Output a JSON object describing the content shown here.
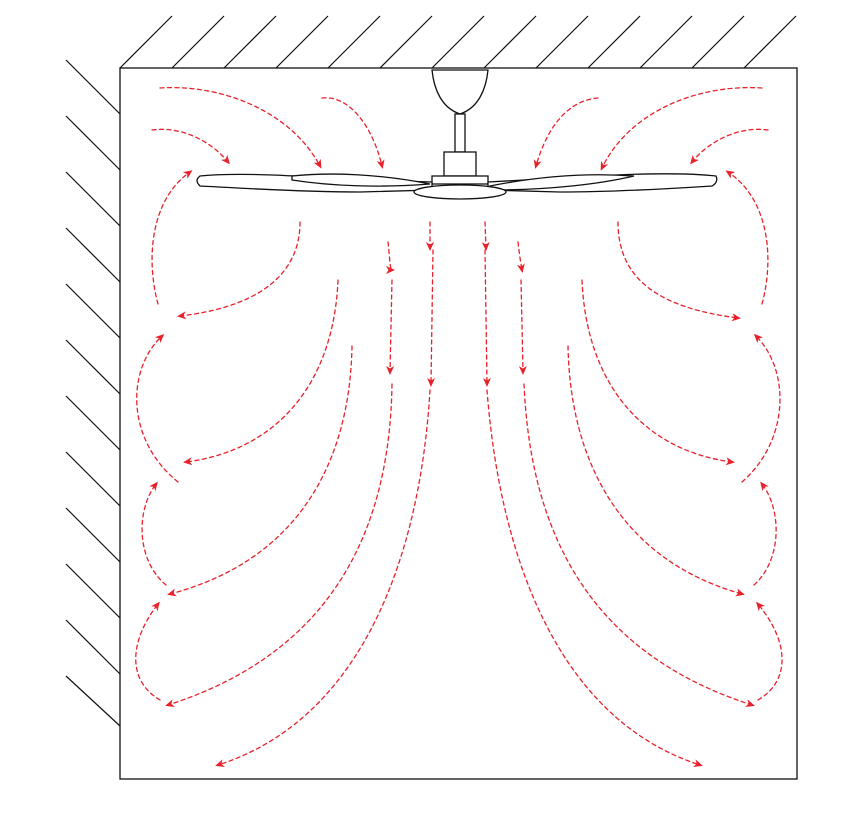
{
  "diagram": {
    "subject": "ceiling-fan-airflow",
    "colors": {
      "airflow": "#e8212b",
      "outline": "#111111",
      "background": "#ffffff"
    },
    "icons": {
      "fan": "ceiling-fan-icon",
      "ceiling": "ceiling-hatch",
      "wall": "wall-hatch"
    }
  }
}
